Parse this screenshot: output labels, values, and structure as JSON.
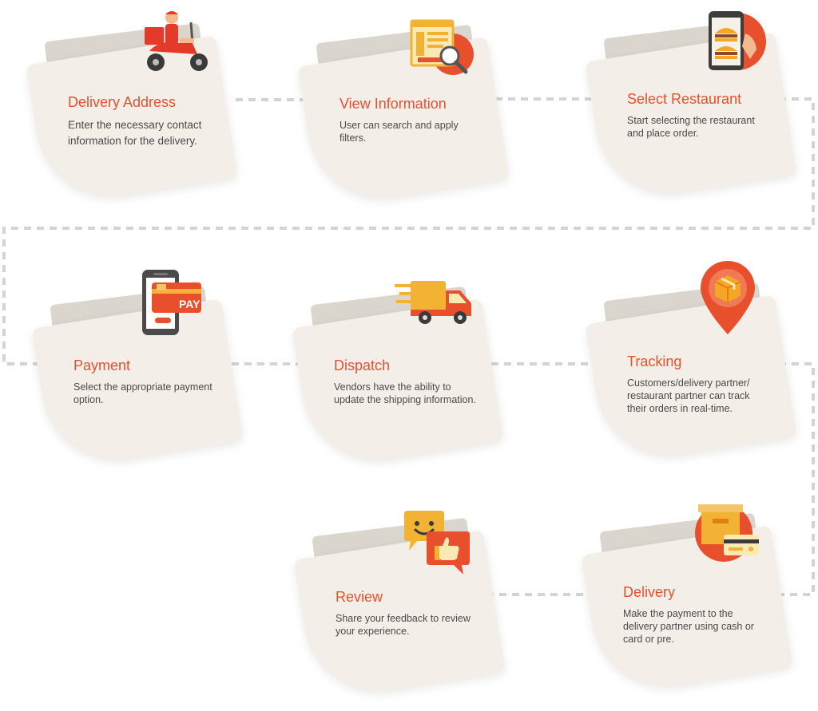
{
  "colors": {
    "accent": "#e8502d",
    "card": "#f3efe8",
    "card_back": "#dad6ce",
    "connector": "#d3d3d3"
  },
  "steps": [
    {
      "title": "Delivery Address",
      "description": "Enter the necessary contact information for the delivery.",
      "icon": "delivery-scooter-icon"
    },
    {
      "title": "View Information",
      "description": "User can search and apply filters.",
      "icon": "search-document-icon"
    },
    {
      "title": "Select Restaurant",
      "description": "Start selecting the restaurant and place order.",
      "icon": "phone-burger-icon"
    },
    {
      "title": "Payment",
      "description": "Select the appropriate payment option.",
      "icon": "phone-payment-icon",
      "icon_text": "PAY"
    },
    {
      "title": "Dispatch",
      "description": "Vendors have the ability to update the shipping information.",
      "icon": "delivery-truck-icon"
    },
    {
      "title": "Tracking",
      "description": "Customers/delivery partner/ restaurant partner can track their orders in real-time.",
      "icon": "location-pin-package-icon"
    },
    {
      "title": "Review",
      "description": "Share your feedback to review your experience.",
      "icon": "feedback-icon"
    },
    {
      "title": "Delivery",
      "description": "Make the payment to the delivery partner using cash or card or pre.",
      "icon": "box-card-icon"
    }
  ]
}
